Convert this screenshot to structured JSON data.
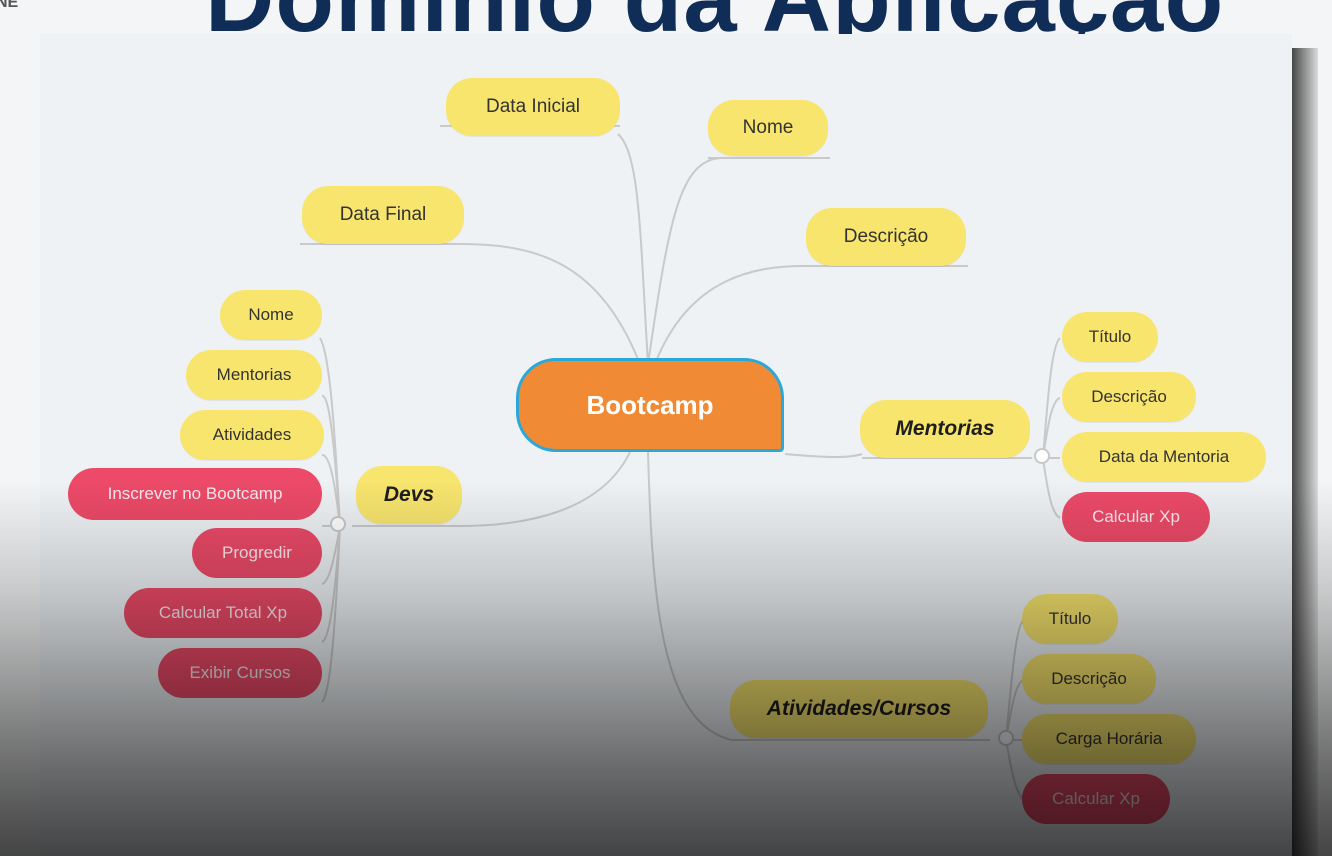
{
  "header": {
    "title": "Domínio da Aplicação",
    "corner_text": "NE"
  },
  "mindmap": {
    "root": "Bootcamp",
    "top_branches": [
      "Data Inicial",
      "Nome",
      "Data Final",
      "Descrição"
    ],
    "devs": {
      "label": "Devs",
      "attributes": [
        "Nome",
        "Mentorias",
        "Atividades"
      ],
      "methods": [
        "Inscrever no Bootcamp",
        "Progredir",
        "Calcular Total Xp",
        "Exibir Cursos"
      ]
    },
    "mentorias": {
      "label": "Mentorias",
      "attributes": [
        "Título",
        "Descrição",
        "Data da Mentoria"
      ],
      "methods": [
        "Calcular Xp"
      ]
    },
    "atividades": {
      "label": "Atividades/Cursos",
      "attributes": [
        "Título",
        "Descrição",
        "Carga Horária"
      ],
      "methods": [
        "Calcular Xp"
      ]
    }
  },
  "colors": {
    "attribute": "#f8e56e",
    "method": "#ec4a68",
    "root": "#f18a34",
    "root_border": "#2aa8d8",
    "title": "#0f2d57"
  }
}
